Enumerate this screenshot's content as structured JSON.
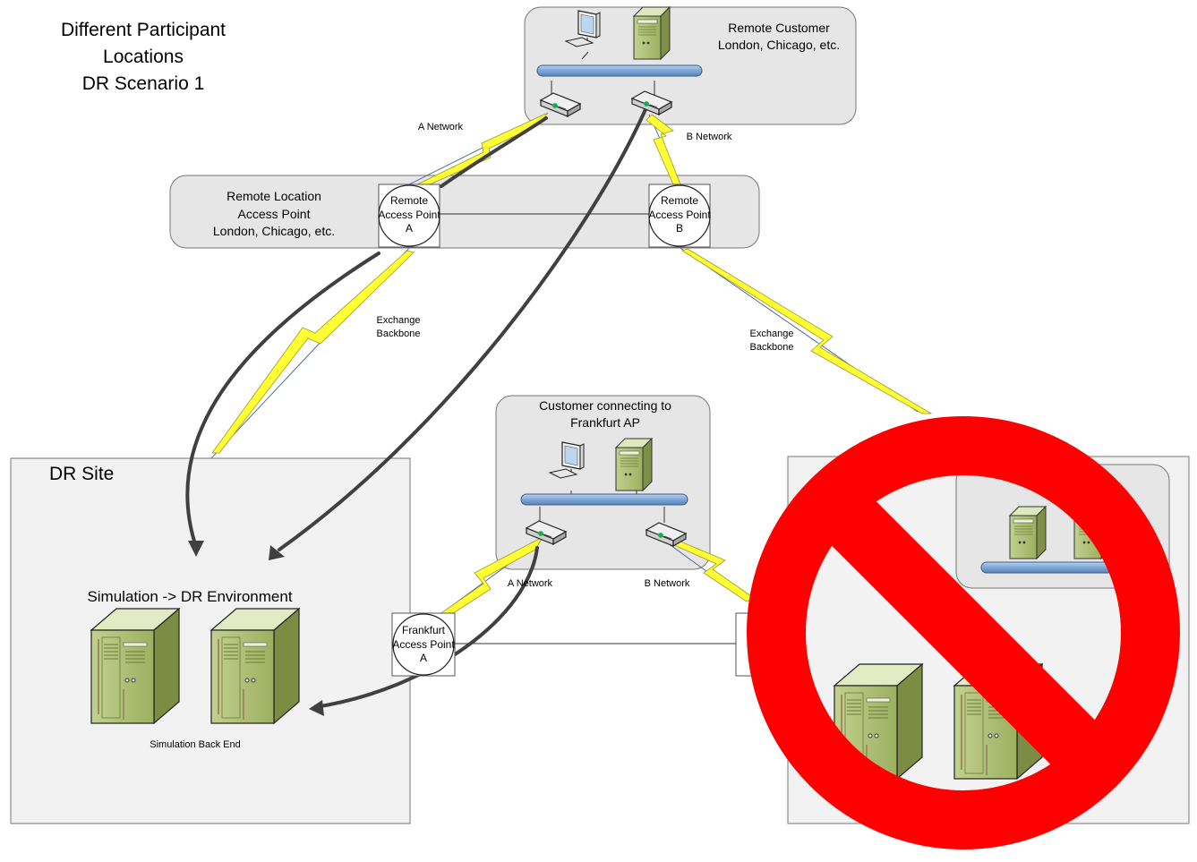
{
  "title": {
    "line1": "Different Participant",
    "line2": "Locations",
    "line3": "DR Scenario 1"
  },
  "remote_customer": {
    "line1": "Remote Customer",
    "line2": "London, Chicago, etc."
  },
  "remote_location": {
    "line1": "Remote Location",
    "line2": "Access Point",
    "line3": "London, Chicago, etc."
  },
  "access_point_a": {
    "line1": "Remote",
    "line2": "Access Point",
    "line3": "A"
  },
  "access_point_b": {
    "line1": "Remote",
    "line2": "Access Point",
    "line3": "B"
  },
  "frankfurt_ap": {
    "line1": "Frankfurt",
    "line2": "Access Point",
    "line3": "A"
  },
  "customer_frankfurt": {
    "line1": "Customer connecting to",
    "line2": "Frankfurt AP"
  },
  "dr_site": {
    "label": "DR Site",
    "environment": "Simulation -> DR Environment",
    "backend": "Simulation Back End"
  },
  "labels": {
    "a_network_top": "A Network",
    "b_network_top": "B Network",
    "a_network_bottom": "A Network",
    "b_network_bottom": "B Network",
    "backbone_left_1": "Exchange",
    "backbone_left_2": "Backbone",
    "backbone_right_1": "Exchange",
    "backbone_right_2": "Backbone"
  },
  "colors": {
    "prohibited": "#ff0000",
    "lightning": "#ffff33",
    "bus": "#8fb3dc",
    "server": "#a7bb6e"
  },
  "icons": [
    "workstation-icon",
    "server-icon",
    "router-icon",
    "lightning-icon",
    "prohibited-icon"
  ]
}
